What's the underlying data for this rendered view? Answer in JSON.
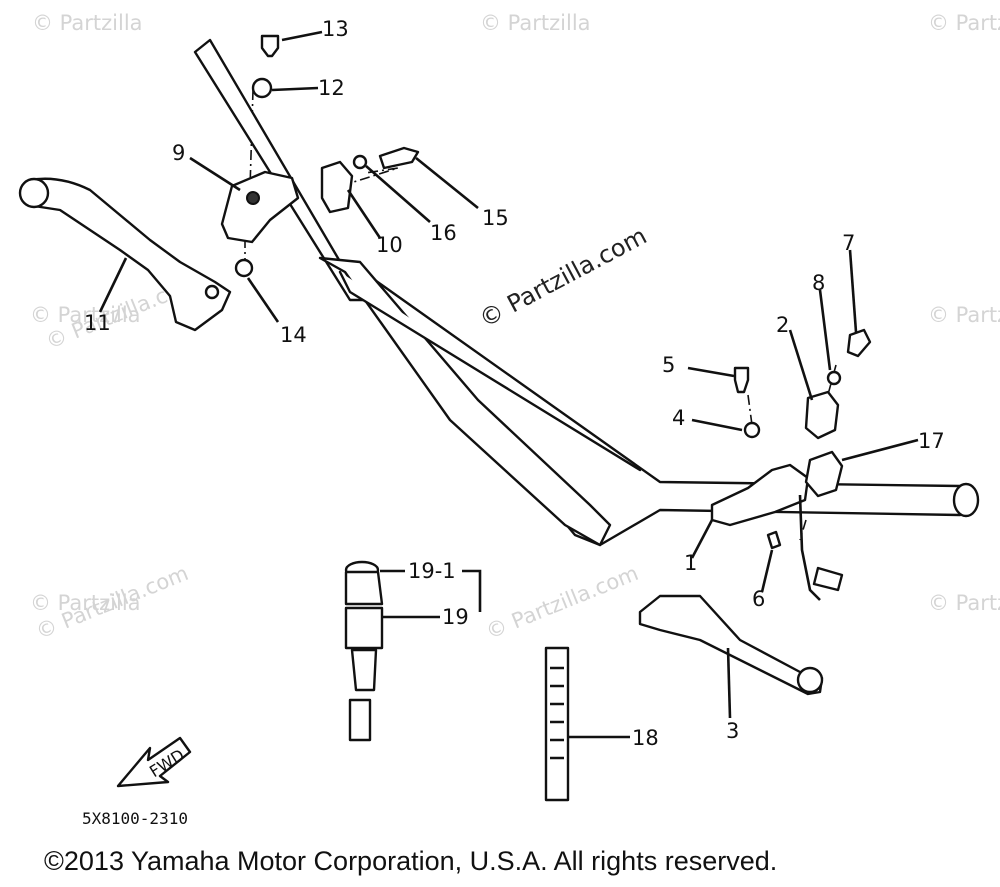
{
  "watermark": {
    "brand": "© Partzilla.com",
    "edge_text": "© Partzilla"
  },
  "callouts": [
    {
      "id": "c1",
      "text": "1"
    },
    {
      "id": "c2",
      "text": "2"
    },
    {
      "id": "c3",
      "text": "3"
    },
    {
      "id": "c4",
      "text": "4"
    },
    {
      "id": "c5",
      "text": "5"
    },
    {
      "id": "c6",
      "text": "6"
    },
    {
      "id": "c7",
      "text": "7"
    },
    {
      "id": "c8",
      "text": "8"
    },
    {
      "id": "c9",
      "text": "9"
    },
    {
      "id": "c10",
      "text": "10"
    },
    {
      "id": "c11",
      "text": "11"
    },
    {
      "id": "c12",
      "text": "12"
    },
    {
      "id": "c13",
      "text": "13"
    },
    {
      "id": "c14",
      "text": "14"
    },
    {
      "id": "c15",
      "text": "15"
    },
    {
      "id": "c16",
      "text": "16"
    },
    {
      "id": "c17",
      "text": "17"
    },
    {
      "id": "c18",
      "text": "18"
    },
    {
      "id": "c19",
      "text": "19"
    },
    {
      "id": "c19_1",
      "text": "19-1"
    }
  ],
  "fwd_label": "FWD",
  "diagram_code": "5X8100-2310",
  "copyright": "©2013 Yamaha Motor Corporation, U.S.A. All rights reserved."
}
